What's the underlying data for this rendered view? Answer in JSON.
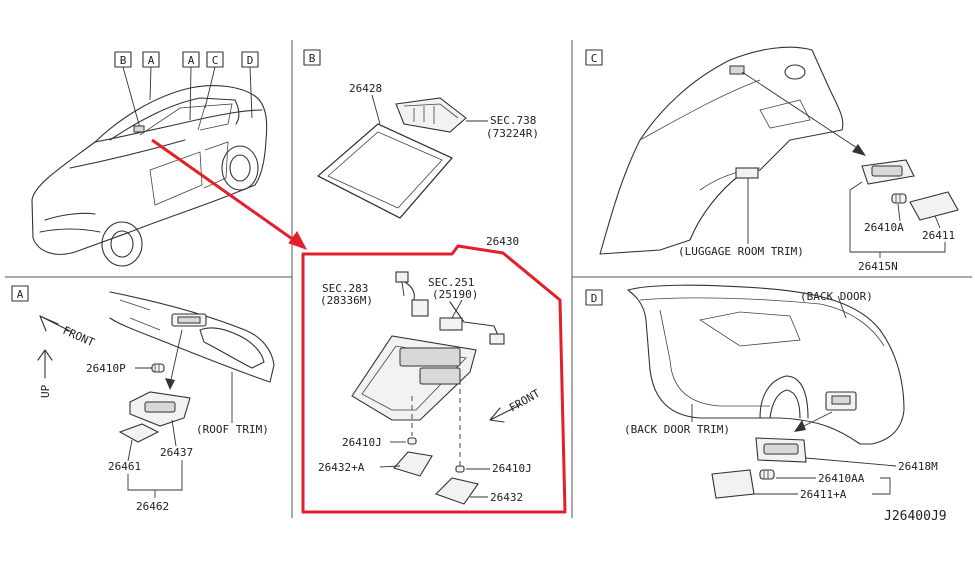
{
  "panels": {
    "overview": {
      "markers": [
        "B",
        "A",
        "A",
        "C",
        "D"
      ]
    },
    "A": {
      "letter": "A",
      "front": "FRONT",
      "up": "UP",
      "parts": [
        "26410P",
        "26461",
        "26437",
        "26462"
      ],
      "trim": "(ROOF TRIM)"
    },
    "B": {
      "letter": "B",
      "part_top": "26428",
      "sec_top": "SEC.738",
      "sec_top_sub": "(73224R)",
      "callout_part": "26430",
      "sec_left": "SEC.283",
      "sec_left_sub": "(28336M)",
      "sec_right": "SEC.251",
      "sec_right_sub": "(25190)",
      "front": "FRONT",
      "parts": [
        "26410J",
        "26432+A",
        "26410J",
        "26432"
      ]
    },
    "C": {
      "letter": "C",
      "trim": "(LUGGAGE ROOM TRIM)",
      "parts": [
        "26410A",
        "26411",
        "26415N"
      ]
    },
    "D": {
      "letter": "D",
      "back_door": "(BACK DOOR)",
      "trim": "(BACK DOOR TRIM)",
      "parts": [
        "26410AA",
        "26418M",
        "26411+A"
      ]
    }
  },
  "diagram_id": "J26400J9",
  "colors": {
    "highlight": "#e3202a",
    "line": "#333333",
    "background": "#ffffff"
  }
}
